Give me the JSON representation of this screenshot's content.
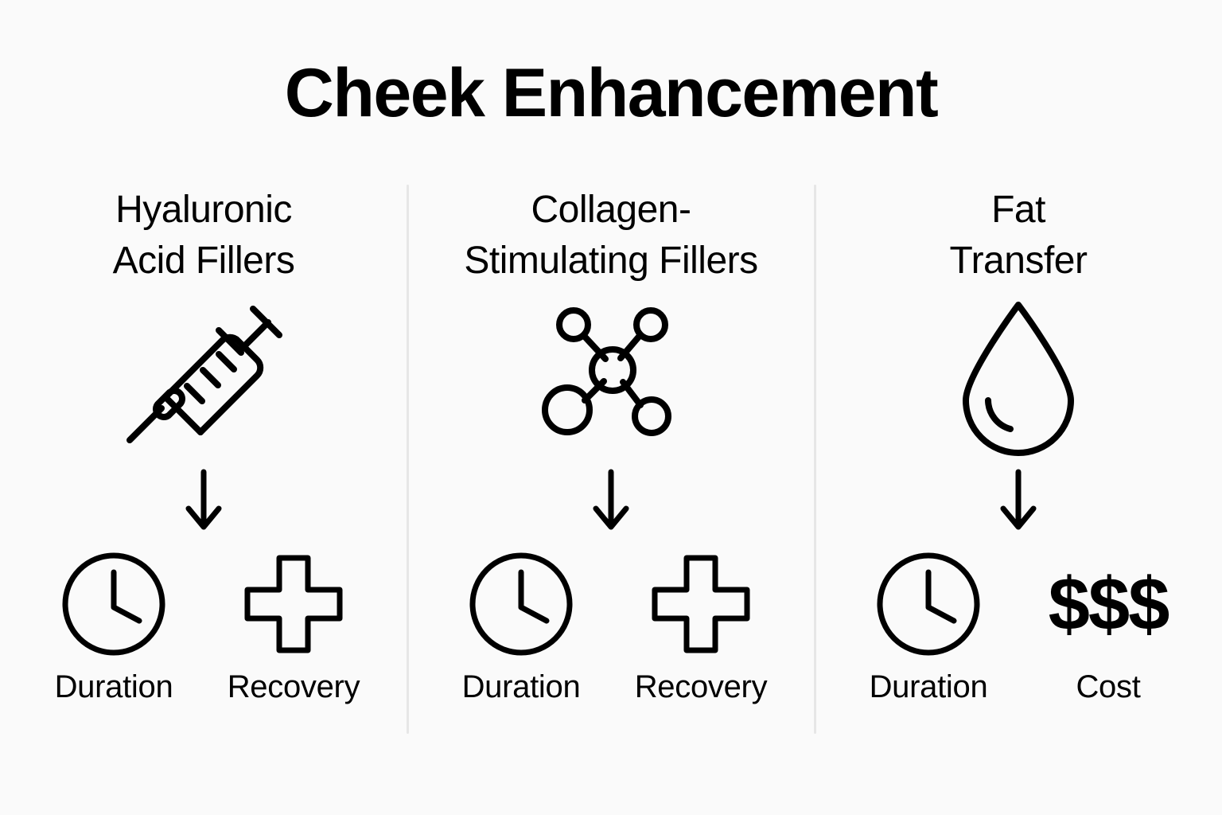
{
  "page": {
    "title": "Cheek Enhancement",
    "background_color": "#fafafa",
    "ink_color": "#000000",
    "divider_color": "#e6e6e6"
  },
  "columns": [
    {
      "id": "hyaluronic-acid-fillers",
      "title_line1": "Hyaluronic",
      "title_line2": "Acid Fillers",
      "main_icon": "syringe-icon",
      "arrow_icon": "arrow-down-icon",
      "metrics": [
        {
          "id": "duration",
          "icon": "clock-icon",
          "label": "Duration"
        },
        {
          "id": "recovery",
          "icon": "medical-cross-icon",
          "label": "Recovery"
        }
      ]
    },
    {
      "id": "collagen-stimulating-fillers",
      "title_line1": "Collagen-",
      "title_line2": "Stimulating Fillers",
      "main_icon": "molecule-icon",
      "arrow_icon": "arrow-down-icon",
      "metrics": [
        {
          "id": "duration",
          "icon": "clock-icon",
          "label": "Duration"
        },
        {
          "id": "recovery",
          "icon": "medical-cross-icon",
          "label": "Recovery"
        }
      ]
    },
    {
      "id": "fat-transfer",
      "title_line1": "Fat",
      "title_line2": "Transfer",
      "main_icon": "droplet-icon",
      "arrow_icon": "arrow-down-icon",
      "metrics": [
        {
          "id": "duration",
          "icon": "clock-icon",
          "label": "Duration"
        },
        {
          "id": "cost",
          "icon": "dollar-signs-icon",
          "label": "Cost",
          "value": "$$$"
        }
      ]
    }
  ]
}
